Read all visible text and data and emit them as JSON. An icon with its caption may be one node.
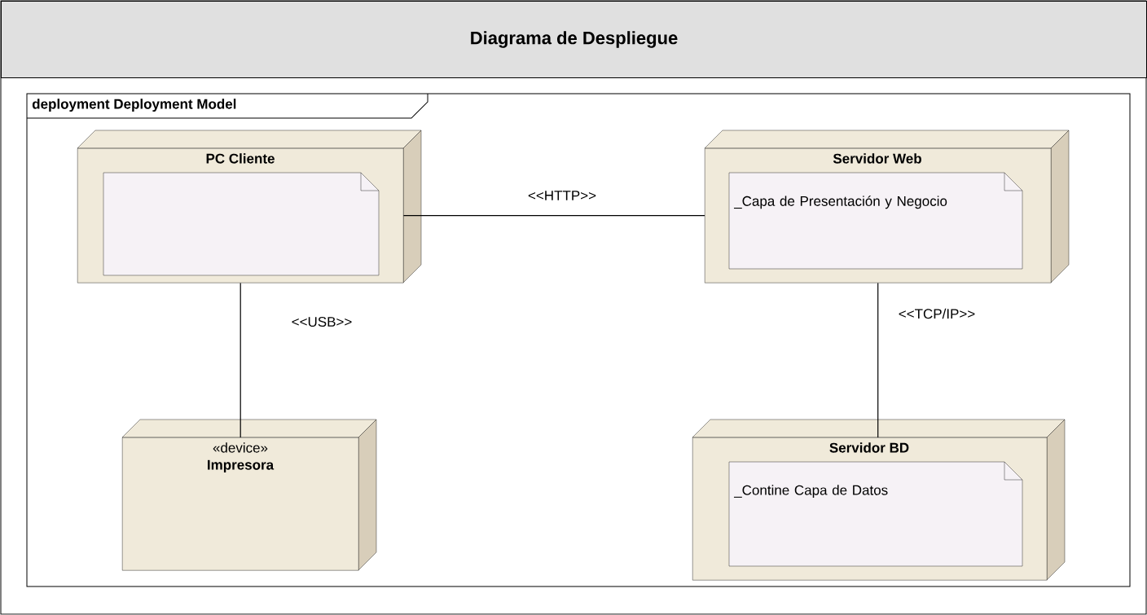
{
  "diagram": {
    "title": "Diagrama de Despliegue",
    "nodes": [
      {
        "text": [
          "deployment Deployment Model"
        ]
      },
      {
        "text": [
          "PC Cliente"
        ],
        "in": 0
      },
      {
        "text": [],
        "shape": "box",
        "in": 1
      },
      {
        "text": [
          "Servidor Web"
        ],
        "in": 0
      },
      {
        "text": [
          "_Capa de Presentación y Negocio"
        ],
        "in": 3
      },
      {
        "text": [
          "«device»",
          "Impresora"
        ],
        "in": 0
      },
      {
        "text": [
          "Servidor BD"
        ],
        "in": 0
      },
      {
        "text": [
          "_Contine Capa de Datos"
        ],
        "in": 6
      }
    ],
    "edges": [
      {
        "from": 1,
        "to": 3,
        "arrow": "none",
        "label": "<<HTTP>>"
      },
      {
        "from": 1,
        "to": 5,
        "arrow": "none",
        "label": "<<USB>>"
      },
      {
        "from": 3,
        "to": 6,
        "arrow": "none",
        "label": "<<TCP/IP>>"
      }
    ]
  }
}
